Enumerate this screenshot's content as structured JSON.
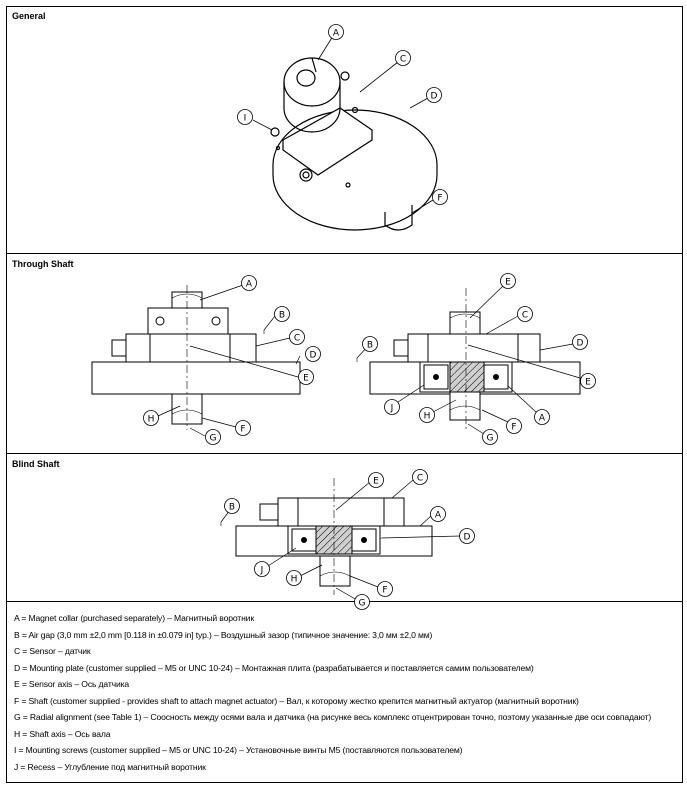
{
  "sections": {
    "general": "General",
    "through_shaft": "Through Shaft",
    "blind_shaft": "Blind Shaft"
  },
  "callouts": {
    "A": "A",
    "B": "B",
    "C": "C",
    "D": "D",
    "E": "E",
    "F": "F",
    "G": "G",
    "H": "H",
    "I": "I",
    "J": "J"
  },
  "legend": [
    "A = Magnet collar (purchased separately) – Магнитный воротник",
    "B = Air gap (3,0 mm ±2,0 mm [0.118 in ±0.079 in] typ.) – Воздушный зазор (типичное значение: 3,0 мм ±2,0 мм)",
    "C = Sensor – датчик",
    "D = Mounting plate (customer supplied – M5 or UNC 10-24) – Монтажная плита (разрабатывается и поставляется самим пользователем)",
    "E = Sensor axis – Ось датчика",
    "F = Shaft (customer supplied  - provides shaft to attach magnet actuator) – Вал, к которому жестко крепится магнитный актуатор (магнитный воротник)",
    "G = Radial alignment (see Table 1) – Соосность между осями вала и датчика (на рисунке весь комплекс отцентрирован точно, поэтому указанные две оси совпадают)",
    "H = Shaft axis – Ось вала",
    "I = Mounting screws (customer supplied – M5 or UNC 10-24) – Установочные винты M5 (поставляются пользователем)",
    "J = Recess – Углубление под магнитный воротник"
  ],
  "colors": {
    "line": "#000000",
    "hatch_fill": "#cfcfcf",
    "background": "#ffffff"
  }
}
